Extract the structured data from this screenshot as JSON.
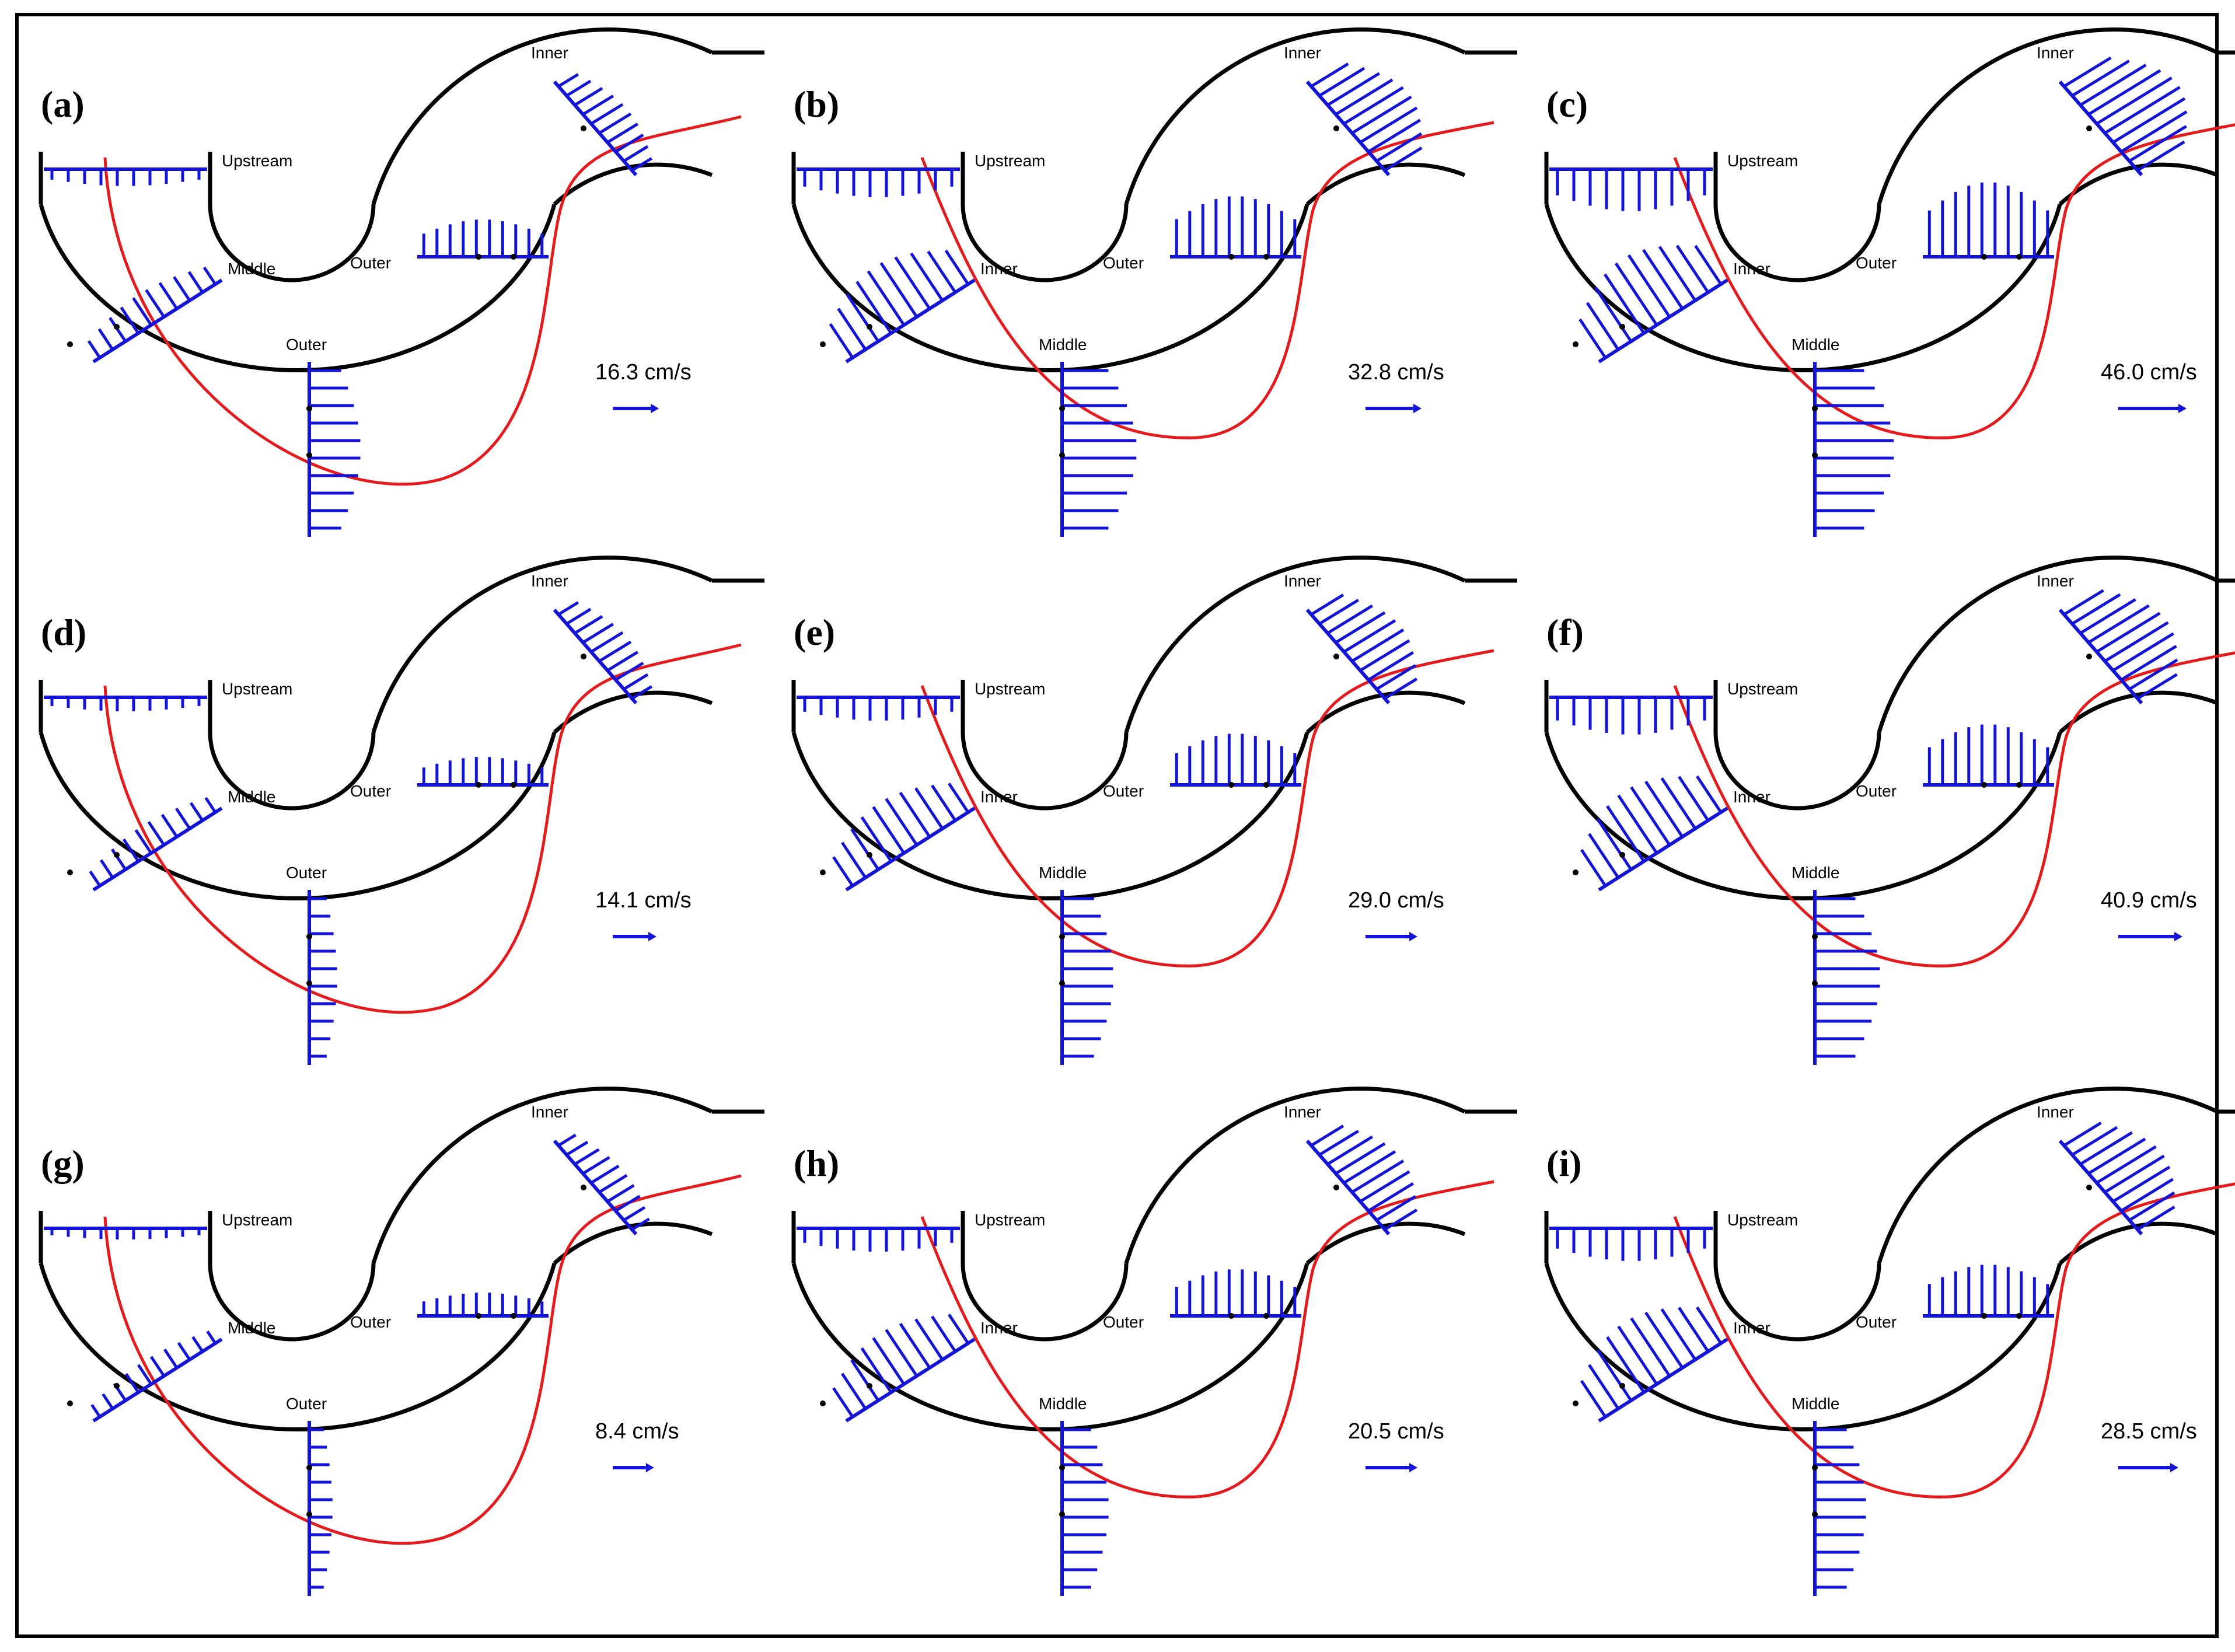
{
  "figure": {
    "panels": [
      {
        "id": "a",
        "label": "(a)",
        "speed_label": "16.3 cm/s",
        "sections": [
          "Upstream",
          "Middle",
          "Outer",
          "Outer",
          "Inner"
        ],
        "levels": [
          0.18,
          0.35,
          0.55,
          0.4,
          0.4
        ]
      },
      {
        "id": "b",
        "label": "(b)",
        "speed_label": "32.8 cm/s",
        "sections": [
          "Upstream",
          "Inner",
          "Middle",
          "Outer",
          "Inner"
        ],
        "levels": [
          0.3,
          0.7,
          0.8,
          0.65,
          0.75
        ]
      },
      {
        "id": "c",
        "label": "(c)",
        "speed_label": "46.0 cm/s",
        "sections": [
          "Upstream",
          "Inner",
          "Middle",
          "Outer",
          "Inner"
        ],
        "levels": [
          0.45,
          0.8,
          0.85,
          0.8,
          0.95
        ]
      },
      {
        "id": "d",
        "label": "(d)",
        "speed_label": "14.1 cm/s",
        "sections": [
          "Upstream",
          "Middle",
          "Outer",
          "Outer",
          "Inner"
        ],
        "levels": [
          0.15,
          0.3,
          0.3,
          0.3,
          0.4
        ]
      },
      {
        "id": "e",
        "label": "(e)",
        "speed_label": "29.0 cm/s",
        "sections": [
          "Upstream",
          "Inner",
          "Middle",
          "Outer",
          "Inner"
        ],
        "levels": [
          0.25,
          0.6,
          0.55,
          0.55,
          0.65
        ]
      },
      {
        "id": "f",
        "label": "(f)",
        "speed_label": "40.9 cm/s",
        "sections": [
          "Upstream",
          "Inner",
          "Middle",
          "Outer",
          "Inner"
        ],
        "levels": [
          0.4,
          0.75,
          0.7,
          0.65,
          0.8
        ]
      },
      {
        "id": "g",
        "label": "(g)",
        "speed_label": "8.4 cm/s",
        "sections": [
          "Upstream",
          "Middle",
          "Outer",
          "Outer",
          "Inner"
        ],
        "levels": [
          0.12,
          0.25,
          0.25,
          0.25,
          0.35
        ]
      },
      {
        "id": "h",
        "label": "(h)",
        "speed_label": "20.5 cm/s",
        "sections": [
          "Upstream",
          "Inner",
          "Middle",
          "Outer",
          "Inner"
        ],
        "levels": [
          0.25,
          0.6,
          0.5,
          0.5,
          0.65
        ]
      },
      {
        "id": "i",
        "label": "(i)",
        "speed_label": "28.5 cm/s",
        "sections": [
          "Upstream",
          "Inner",
          "Middle",
          "Outer",
          "Inner"
        ],
        "levels": [
          0.35,
          0.75,
          0.55,
          0.55,
          0.75
        ]
      }
    ],
    "colors": {
      "wall": "#000000",
      "thalweg": "#e41a1c",
      "vectors": "#1414d8"
    }
  }
}
